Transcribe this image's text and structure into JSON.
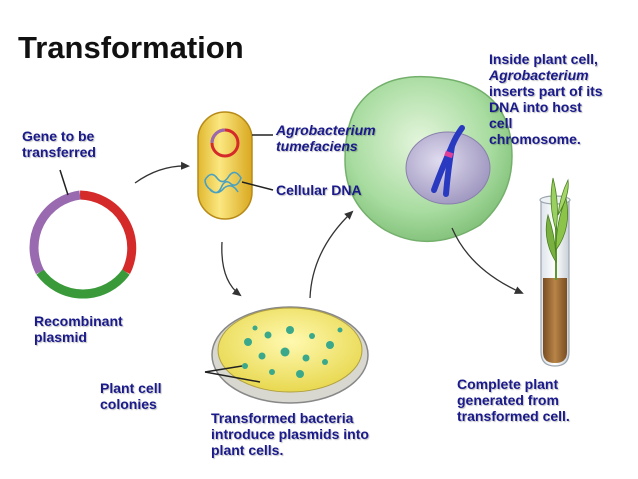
{
  "title": "Transformation",
  "labels": {
    "gene": [
      "Gene to be",
      "transferred"
    ],
    "agro_name": [
      "Agrobacterium",
      "tumefaciens"
    ],
    "cellular_dna": "Cellular DNA",
    "inside_cell": [
      "Inside plant cell,",
      "Agrobacterium",
      "inserts part of its",
      "DNA into host",
      "cell",
      "chromosome."
    ],
    "plasmid": [
      "Recombinant",
      "plasmid"
    ],
    "colonies": [
      "Plant cell",
      "colonies"
    ],
    "bacteria": [
      "Transformed bacteria",
      "introduce plasmids into",
      "plant cells."
    ],
    "plant": [
      "Complete plant",
      "generated from",
      "transformed cell."
    ]
  },
  "colors": {
    "label_text": "#1a1a8c",
    "plasmid_red": "#d42a2a",
    "plasmid_purple": "#9a6ab0",
    "plasmid_green": "#3a9a3a",
    "bacterium": "#f2d24a",
    "plant_cell": "#a8dca0",
    "nucleus": "#b8b0d0",
    "chromosome": "#2a3ac0",
    "dish_agar": "#f4ec7a",
    "colony": "#3aa88a",
    "soil": "#a0703a"
  }
}
